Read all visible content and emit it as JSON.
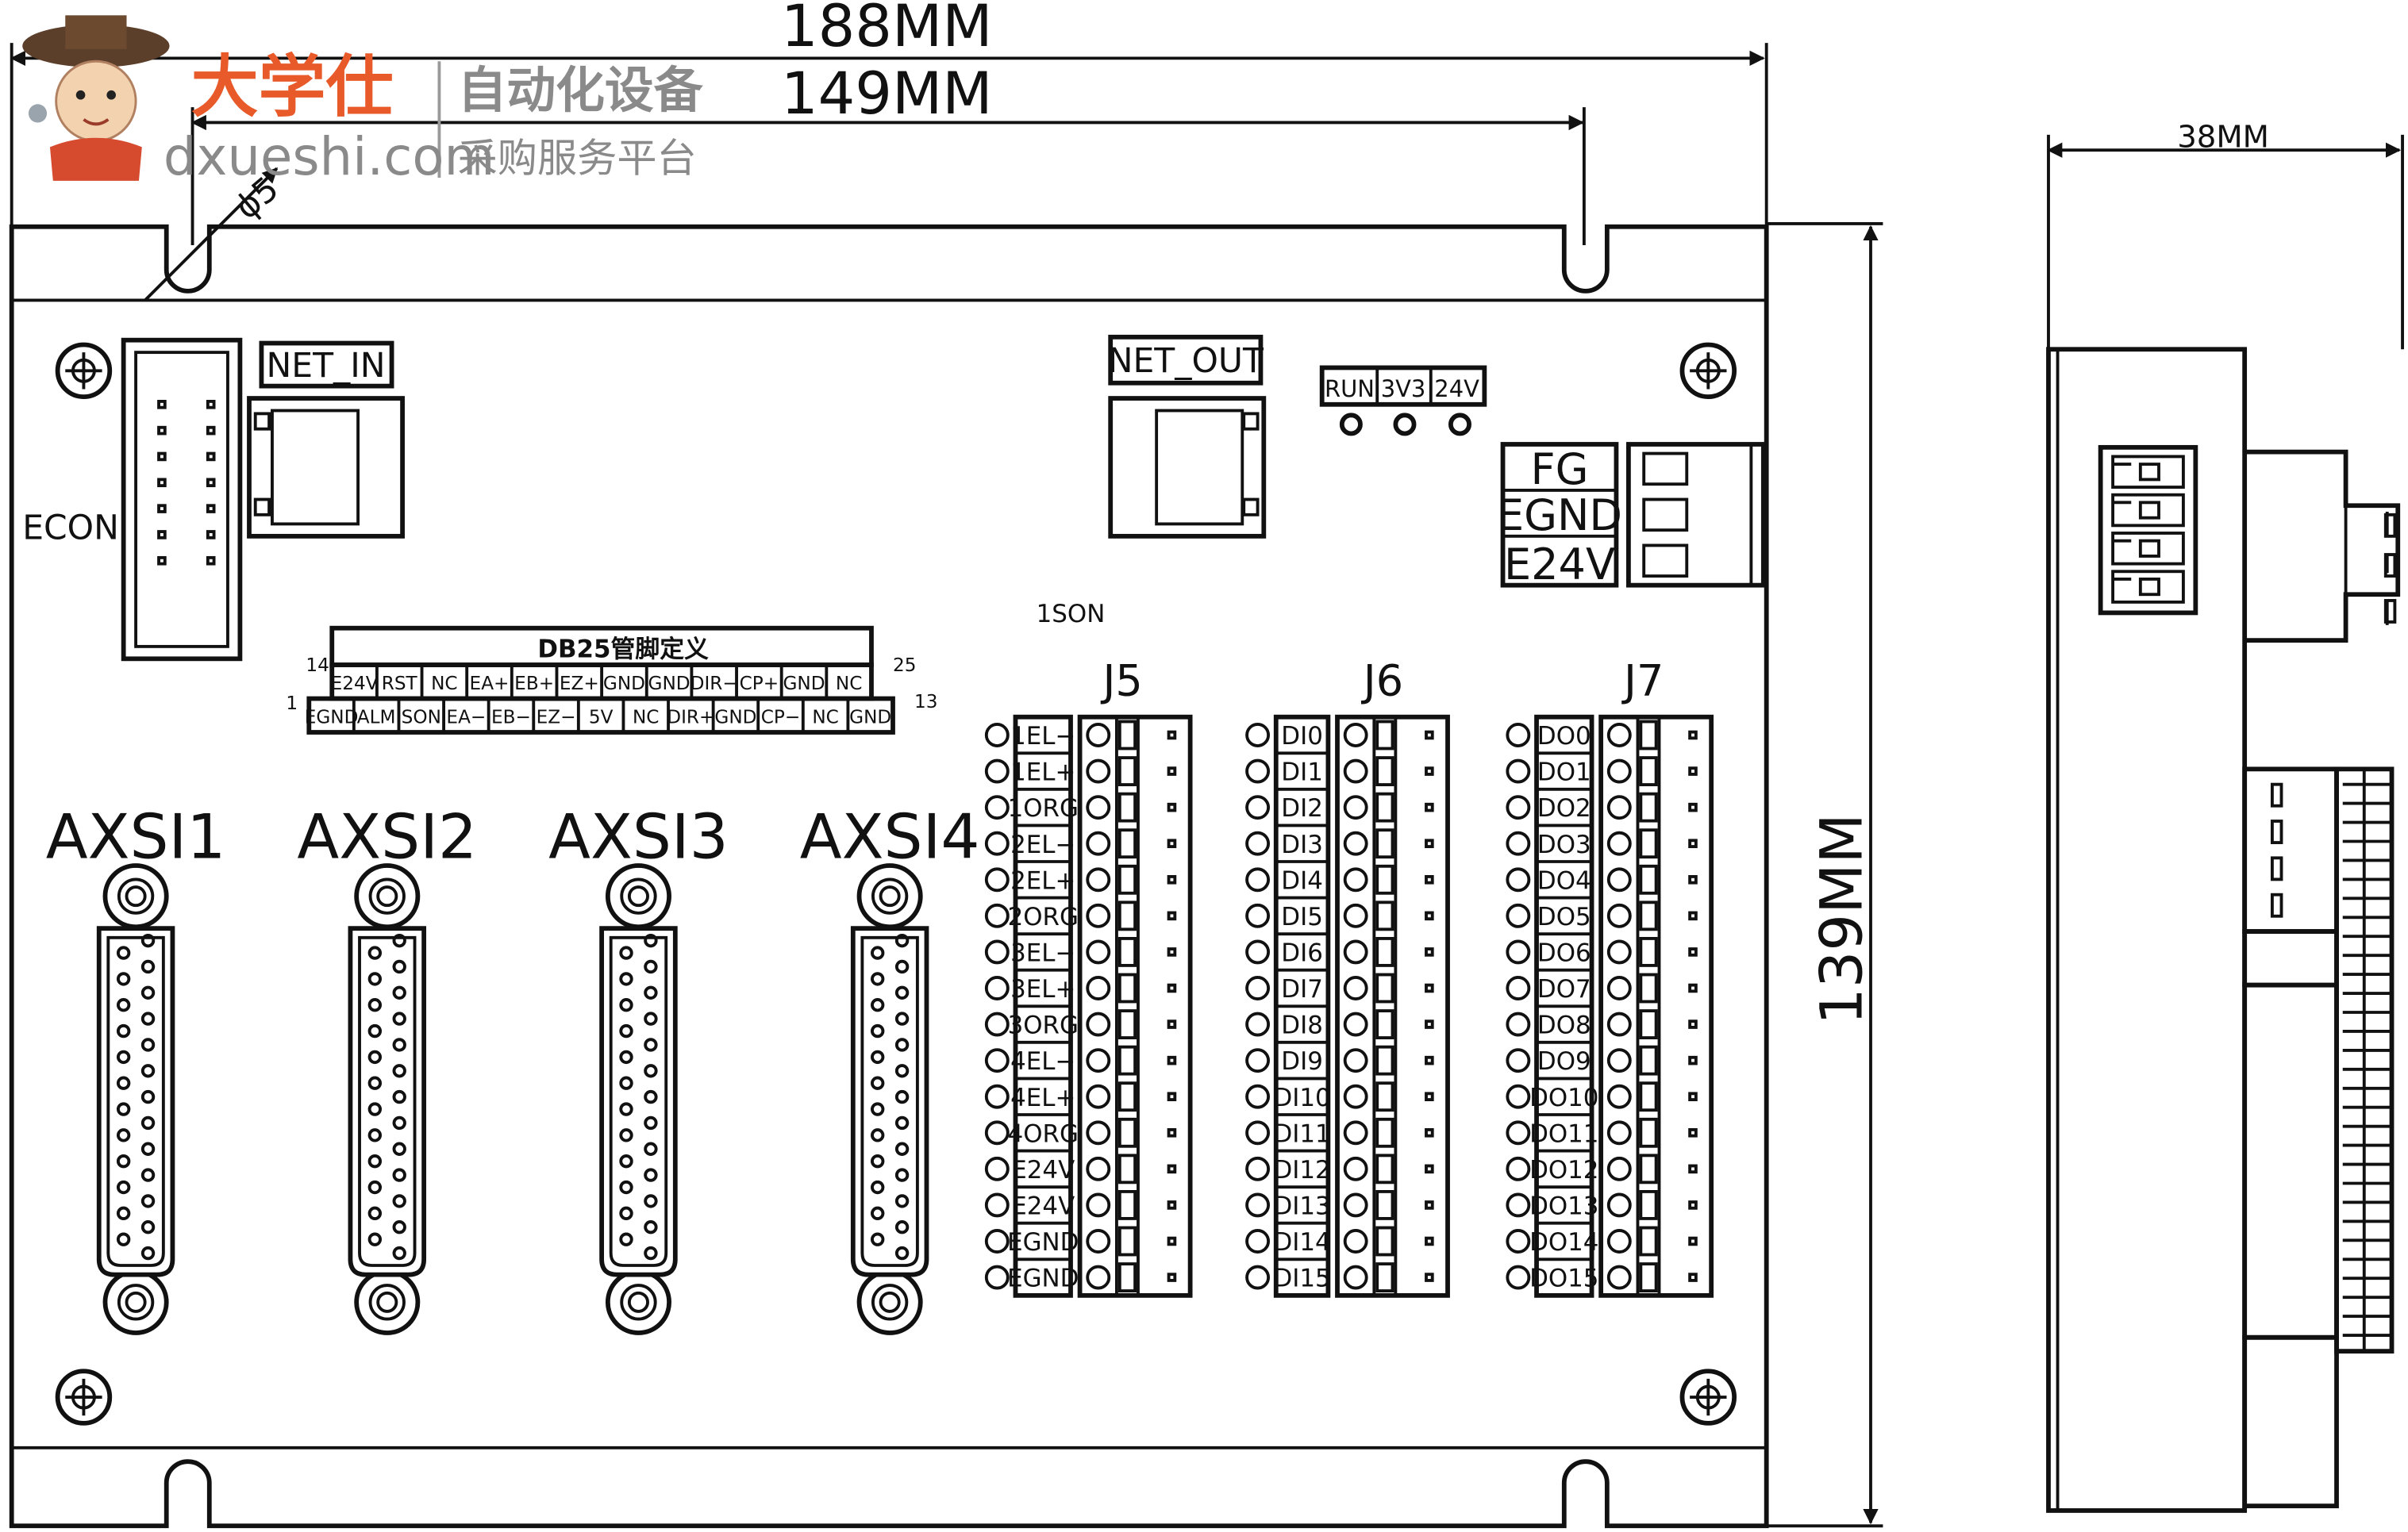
{
  "watermark": {
    "brand": "大学仕",
    "slogan": "自动化设备",
    "domain": "dxueshi.com",
    "service": "采购服务平台",
    "colors": {
      "brand": "#e85a2a",
      "muted": "#8a8a8a"
    }
  },
  "dimensions": {
    "total_width": "188MM",
    "hole_pitch": "149MM",
    "height": "139MM",
    "depth": "38MM",
    "hole_diameter": "ϕ5"
  },
  "board": {
    "econ": "ECON",
    "net_in": "NET_IN",
    "net_out": "NET_OUT",
    "leds": [
      "RUN",
      "3V3",
      "24V"
    ],
    "power": [
      "FG",
      "EGND",
      "E24V"
    ],
    "son_label": "1SON",
    "db25": {
      "title": "DB25管脚定义",
      "pin_14": "14",
      "pin_25": "25",
      "pin_1": "1",
      "pin_13": "13",
      "top_row": [
        "E24V",
        "RST",
        "NC",
        "EA+",
        "EB+",
        "EZ+",
        "GND",
        "GND",
        "DIR−",
        "CP+",
        "GND",
        "NC"
      ],
      "bottom_row": [
        "EGND",
        "ALM",
        "SON",
        "EA−",
        "EB−",
        "EZ−",
        "5V",
        "NC",
        "DIR+",
        "GND",
        "CP−",
        "NC",
        "GND"
      ]
    },
    "axis_ports": [
      "AXSI1",
      "AXSI2",
      "AXSI3",
      "AXSI4"
    ],
    "terminal_blocks": [
      {
        "name": "J5",
        "pins": [
          "1EL−",
          "1EL+",
          "1ORG",
          "2EL−",
          "2EL+",
          "2ORG",
          "3EL−",
          "3EL+",
          "3ORG",
          "4EL−",
          "4EL+",
          "4ORG",
          "E24V",
          "E24V",
          "EGND",
          "EGND"
        ]
      },
      {
        "name": "J6",
        "pins": [
          "DI0",
          "DI1",
          "DI2",
          "DI3",
          "DI4",
          "DI5",
          "DI6",
          "DI7",
          "DI8",
          "DI9",
          "DI10",
          "DI11",
          "DI12",
          "DI13",
          "DI14",
          "DI15"
        ]
      },
      {
        "name": "J7",
        "pins": [
          "DO0",
          "DO1",
          "DO2",
          "DO3",
          "DO4",
          "DO5",
          "DO6",
          "DO7",
          "DO8",
          "DO9",
          "DO10",
          "DO11",
          "DO12",
          "DO13",
          "DO14",
          "DO15"
        ]
      }
    ]
  }
}
